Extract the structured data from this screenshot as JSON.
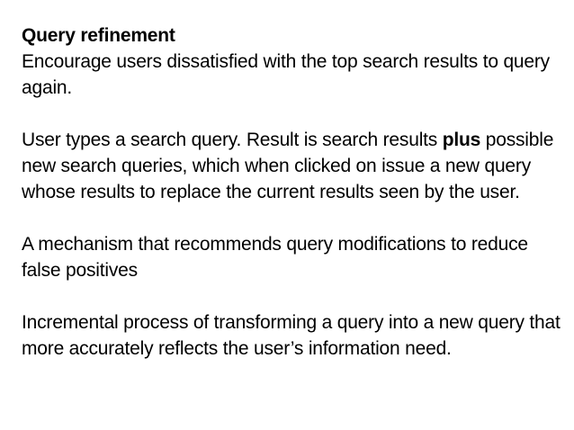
{
  "slide": {
    "heading": "Query refinement",
    "intro": "Encourage users dissatisfied with the top search results to query again.",
    "paragraph_2": {
      "before_bold": "User types a search query. Result is search results ",
      "bold": "plus",
      "after_bold": " possible new search queries, which when clicked on issue a new query whose results to replace the current results seen by the user."
    },
    "paragraph_3": "A mechanism that recommends query modifications to reduce false positives",
    "paragraph_4": "Incremental process of transforming a query into a new query that more accurately reflects the user’s information need."
  }
}
